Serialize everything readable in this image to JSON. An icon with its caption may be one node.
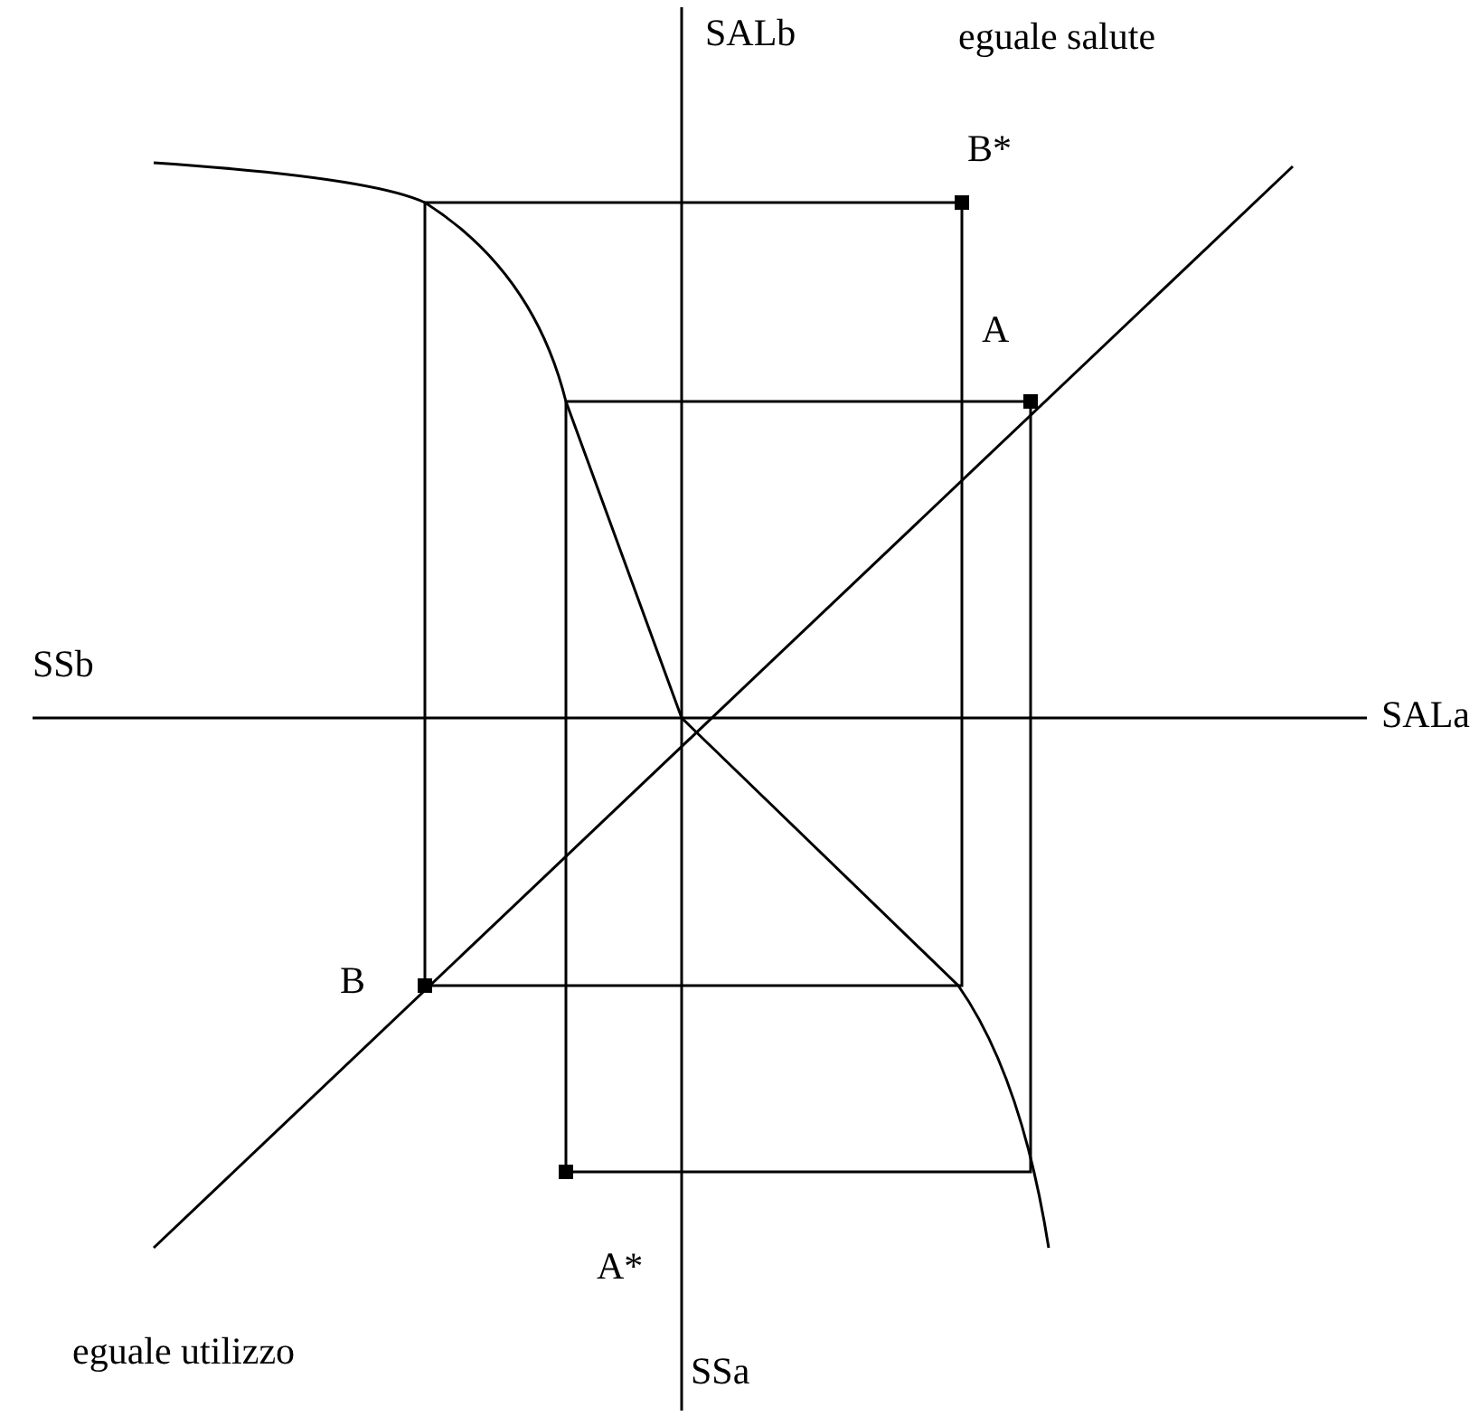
{
  "diagram": {
    "labels": [
      "SALb",
      "eguale salute",
      "B*",
      "A",
      "SSb",
      "SALa",
      "B",
      "A*",
      "eguale utilizzo",
      "SSa"
    ]
  }
}
